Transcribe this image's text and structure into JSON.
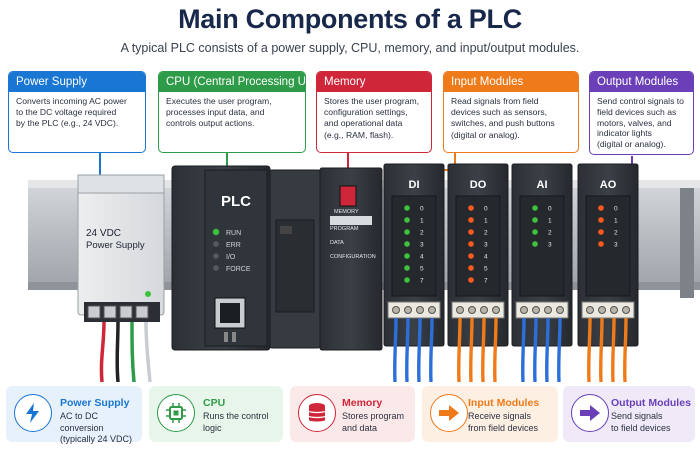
{
  "header": {
    "title": "Main Components of a PLC",
    "subtitle": "A typical PLC consists of a power supply, CPU, memory, and input/output modules."
  },
  "callouts": [
    {
      "title": "Power Supply",
      "color": "#1976d2",
      "bg": "#1976d2",
      "lines": [
        "Converts incoming AC power",
        "to the DC voltage required",
        "by the PLC (e.g., 24 VDC)."
      ]
    },
    {
      "title": "CPU (Central Processing Unit)",
      "color": "#2e9b48",
      "bg": "#2e9b48",
      "lines": [
        "Executes the user program,",
        "processes input data, and",
        "controls output actions."
      ]
    },
    {
      "title": "Memory",
      "color": "#d0263a",
      "bg": "#d0263a",
      "lines": [
        "Stores the user program,",
        "configuration settings,",
        "and operational data",
        "(e.g., RAM, flash)."
      ]
    },
    {
      "title": "Input Modules",
      "color": "#ef7a1a",
      "bg": "#ef7a1a",
      "lines": [
        "Read signals from field",
        "devices such as sensors,",
        "switches, and push buttons",
        "(digital or analog)."
      ]
    },
    {
      "title": "Output Modules",
      "color": "#6a3fb8",
      "bg": "#6a3fb8",
      "lines": [
        "Send control signals to",
        "field devices such as",
        "motors, valves, and",
        "indicator lights",
        "(digital or analog)."
      ]
    }
  ],
  "hardware": {
    "psu_label": [
      "24 VDC",
      "Power Supply"
    ],
    "cpu_label": "PLC",
    "cpu_leds": [
      "RUN",
      "ERR",
      "I/O",
      "FORCE"
    ],
    "memory_labels": [
      "MEMORY",
      "PROGRAM",
      "DATA",
      "CONFIGURATION"
    ],
    "modules": [
      {
        "tag": "DI",
        "channels": [
          "0",
          "1",
          "2",
          "3",
          "4",
          "5",
          "7"
        ],
        "led": "#3cc23c",
        "wire": "#2d6fd8"
      },
      {
        "tag": "DO",
        "channels": [
          "0",
          "1",
          "2",
          "3",
          "4",
          "5",
          "7"
        ],
        "led": "#ff5a1f",
        "wire": "#ef7a1a"
      },
      {
        "tag": "AI",
        "channels": [
          "0",
          "1",
          "2",
          "3"
        ],
        "led": "#3cc23c",
        "wire": "#2d6fd8"
      },
      {
        "tag": "AO",
        "channels": [
          "0",
          "1",
          "2",
          "3"
        ],
        "led": "#ff5a1f",
        "wire": "#ef7a1a"
      }
    ]
  },
  "legend": [
    {
      "title": "Power Supply",
      "desc": [
        "AC to DC conversion",
        "(typically 24 VDC)"
      ],
      "color": "#1976d2",
      "bg": "#e7f1fb",
      "icon": "lightning-icon"
    },
    {
      "title": "CPU",
      "desc": [
        "Runs the control logic"
      ],
      "color": "#2e9b48",
      "bg": "#e8f5ea",
      "icon": "chip-icon"
    },
    {
      "title": "Memory",
      "desc": [
        "Stores program",
        "and data"
      ],
      "color": "#d0263a",
      "bg": "#fbe9ea",
      "icon": "database-icon"
    },
    {
      "title": "Input Modules",
      "desc": [
        "Receive signals",
        "from field devices"
      ],
      "color": "#ef7a1a",
      "bg": "#fdf0e3",
      "icon": "arrow-right-icon"
    },
    {
      "title": "Output Modules",
      "desc": [
        "Send signals",
        "to field devices"
      ],
      "color": "#6a3fb8",
      "bg": "#efe9f8",
      "icon": "arrow-right-icon"
    }
  ]
}
